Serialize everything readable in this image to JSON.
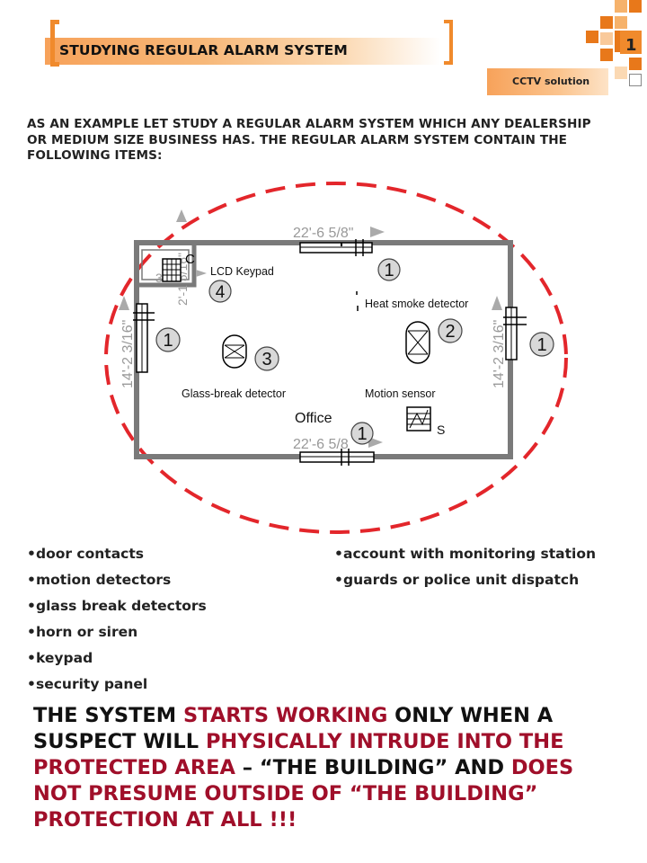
{
  "header": {
    "title": "STUDYING REGULAR ALARM SYSTEM",
    "section": "CCTV solution",
    "page_number": "1"
  },
  "intro": "AS AN EXAMPLE LET STUDY A REGULAR ALARM SYSTEM WHICH ANY DEALERSHIP OR MEDIUM SIZE BUSINESS HAS. THE REGULAR ALARM SYSTEM CONTAIN THE FOLLOWING ITEMS:",
  "floorplan": {
    "dim_top": "22'-6 5/8\"",
    "dim_bottom": "22'-6 5/8",
    "dim_left": "14'-2 3/16\"",
    "dim_right": "14'-2 3/16\"",
    "closet_dim_v": "2'-1 5/16\"",
    "closet_dim_h": "3'",
    "closet_label": "C",
    "room_label": "Office",
    "sensor_label": "S",
    "labels": {
      "keypad": "LCD Keypad",
      "smoke": "Heat smoke detector",
      "glass": "Glass-break detector",
      "motion": "Motion sensor"
    },
    "markers": [
      "1",
      "1",
      "1",
      "1",
      "2",
      "3",
      "4"
    ],
    "colors": {
      "ellipse": "#e3262b",
      "walls": "#777777",
      "marker": "#d8d8d8"
    }
  },
  "items_left": [
    "door contacts",
    "motion detectors",
    "glass break detectors",
    "horn or siren",
    "keypad",
    "security panel"
  ],
  "items_right": [
    "account with monitoring station",
    "guards or police unit dispatch"
  ],
  "statement": {
    "p1": "THE SYSTEM ",
    "p2": "STARTS WORKING",
    "p3": " ONLY WHEN A SUSPECT WILL ",
    "p4": "PHYSICALLY INTRUDE INTO THE PROTECTED AREA",
    "p5": " – “THE BUILDING” AND ",
    "p6": "DOES NOT PRESUME OUTSIDE OF",
    "p7": "  “THE BUILDING” PROTECTION AT ALL !!!"
  },
  "accent_colors": {
    "orange": "#f08a2c",
    "red_text": "#a00f2a"
  }
}
